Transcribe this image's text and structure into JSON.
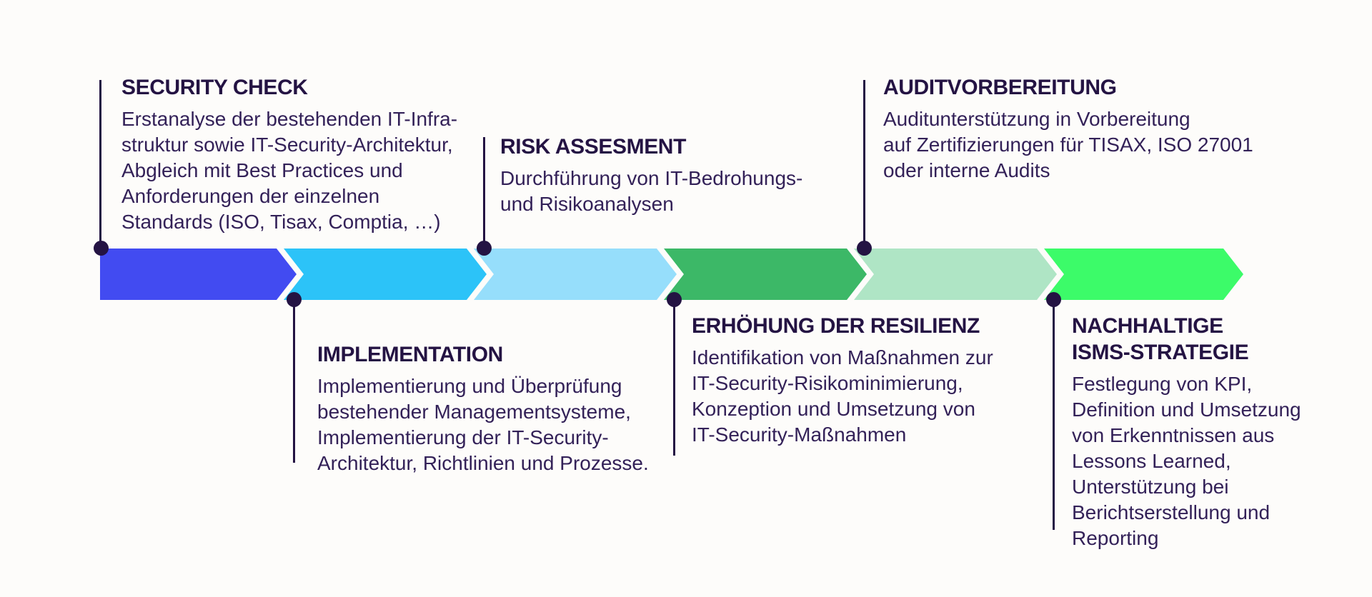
{
  "page": {
    "background_color": "#fdfcfa",
    "title_color": "#241343",
    "body_text_color": "#332158",
    "connector_color": "#241343"
  },
  "process": {
    "steps": [
      {
        "id": "security-check",
        "title": "SECURITY CHECK",
        "description": "Erstanalyse der bestehenden IT-Infra-\nstruktur sowie IT-Security-Architektur,\nAbgleich mit Best Practices und\nAnforderungen der einzelnen\nStandards (ISO, Tisax, Comptia, …)",
        "color": "#424BF1",
        "label_position": "top"
      },
      {
        "id": "implementation",
        "title": "IMPLEMENTATION",
        "description": "Implementierung und Überprüfung\nbestehender Managementsysteme,\nImplementierung der IT-Security-\nArchitektur, Richtlinien und Prozesse.",
        "color": "#2CC3F8",
        "label_position": "bottom"
      },
      {
        "id": "risk-assesment",
        "title": "RISK ASSESMENT",
        "description": "Durchführung von IT-Bedrohungs-\nund Risikoanalysen",
        "color": "#96DEFB",
        "label_position": "top"
      },
      {
        "id": "erhoehung-der-resilienz",
        "title": "ERHÖHUNG DER RESILIENZ",
        "description": "Identifikation von Maßnahmen zur\nIT-Security-Risikominimierung,\nKonzeption und Umsetzung von\nIT-Security-Maßnahmen",
        "color": "#3CB867",
        "label_position": "bottom"
      },
      {
        "id": "auditvorbereitung",
        "title": "AUDITVORBEREITUNG",
        "description": "Auditunterstützung in Vorbereitung\nauf Zertifizierungen für TISAX, ISO 27001\noder interne Audits",
        "color": "#AFE5C5",
        "label_position": "top"
      },
      {
        "id": "nachhaltige-isms-strategie",
        "title": "NACHHALTIGE\nISMS-STRATEGIE",
        "description": "Festlegung von KPI,\nDefinition und Umsetzung\nvon Erkenntnissen aus\nLessons Learned,\nUnterstützung bei\nBerichtserstellung und\nReporting",
        "color": "#3CFB69",
        "label_position": "bottom"
      }
    ]
  }
}
